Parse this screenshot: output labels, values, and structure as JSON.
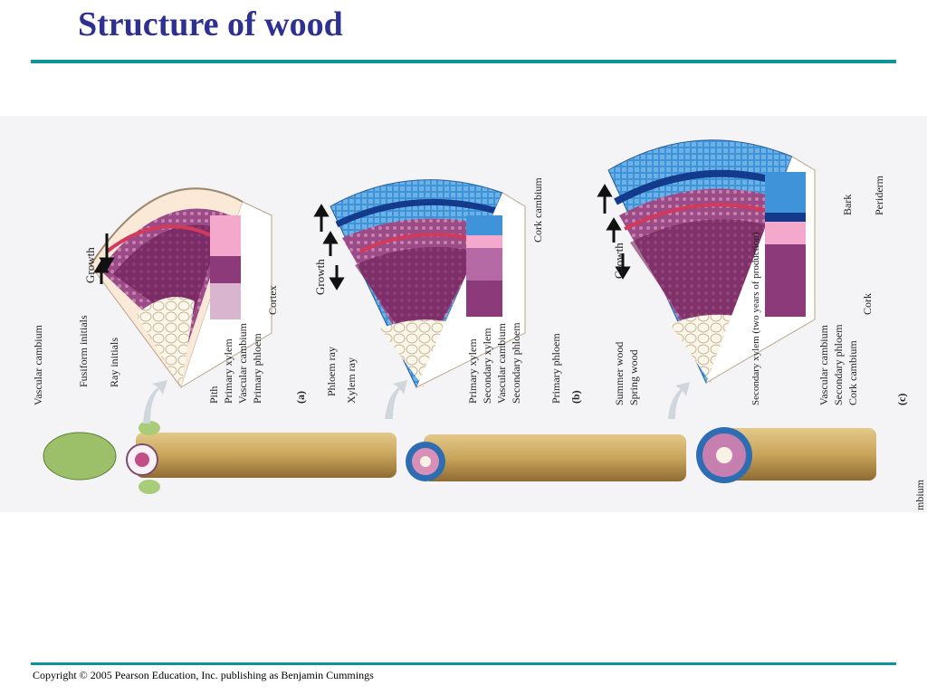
{
  "slide": {
    "title": "Structure of wood",
    "copyright": "Copyright © 2005 Pearson Education, Inc. publishing as Benjamin Cummings"
  },
  "figure": {
    "panel_a": {
      "letter": "(a)",
      "growth": "Growth",
      "labels": [
        "Vascular cambium",
        "Fusiform initials",
        "Ray initials",
        "Pith",
        "Primary xylem",
        "Vascular cambium",
        "Primary phloem",
        "Cortex"
      ]
    },
    "panel_b": {
      "letter": "(b)",
      "growth": "Growth",
      "labels": [
        "Phloem ray",
        "Xylem ray",
        "Primary xylem",
        "Secondary xylem",
        "Vascular cambium",
        "Secondary phloem",
        "Primary phloem",
        "Cork cambium"
      ]
    },
    "panel_c": {
      "letter": "(c)",
      "growth": "Growth",
      "labels": [
        "Summer wood",
        "Spring wood",
        "Secondary xylem (two years of production)",
        "Vascular cambium",
        "Secondary phloem",
        "Cork cambium",
        "Cork",
        "Bark",
        "Periderm"
      ]
    },
    "edge_fragment": "mbium",
    "colors": {
      "title": "#2e3192",
      "rule": "#0e9498",
      "figure_bg": "#f4f4f6",
      "stem": "#c9a45a",
      "bark_blue": "#3a8fd6",
      "phloem_pink": "#e7b6cf",
      "xylem_purple": "#8c3a7a",
      "pith": "#f8f1e4"
    }
  }
}
